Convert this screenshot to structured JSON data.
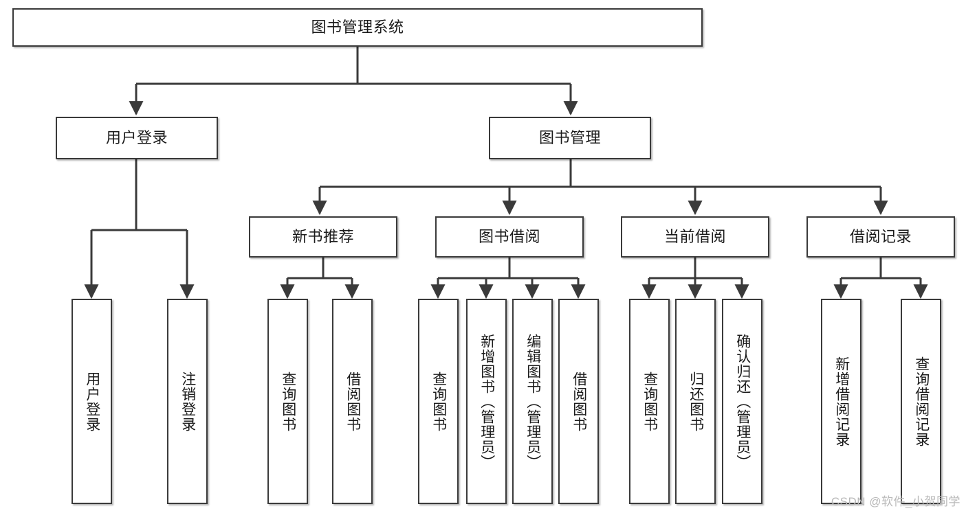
{
  "diagram": {
    "type": "tree-hierarchy-functional-decomposition",
    "title": "图书管理系统",
    "watermark": "CSDN @软件_小贺同学",
    "colors": {
      "box_border": "#3a3a3a",
      "box_fill": "#ffffff",
      "connector": "#3a3a3a",
      "text": "#1b1b1b",
      "watermark": "#b9b9b9",
      "background": "#ffffff"
    },
    "levels": [
      {
        "level": 1,
        "nodes": [
          {
            "id": "root",
            "label": "图书管理系统",
            "orientation": "horizontal"
          }
        ]
      },
      {
        "level": 2,
        "nodes": [
          {
            "id": "login",
            "label": "用户登录",
            "orientation": "horizontal",
            "parent": "root"
          },
          {
            "id": "bookmgmt",
            "label": "图书管理",
            "orientation": "horizontal",
            "parent": "root"
          }
        ]
      },
      {
        "level": 3,
        "nodes": [
          {
            "id": "newbook",
            "label": "新书推荐",
            "orientation": "horizontal",
            "parent": "bookmgmt"
          },
          {
            "id": "borrow",
            "label": "图书借阅",
            "orientation": "horizontal",
            "parent": "bookmgmt"
          },
          {
            "id": "current",
            "label": "当前借阅",
            "orientation": "horizontal",
            "parent": "bookmgmt"
          },
          {
            "id": "record",
            "label": "借阅记录",
            "orientation": "horizontal",
            "parent": "bookmgmt"
          }
        ]
      },
      {
        "level": 4,
        "nodes": [
          {
            "id": "leaf1",
            "label": "用户登录",
            "orientation": "vertical",
            "parent": "login"
          },
          {
            "id": "leaf2",
            "label": "注销登录",
            "orientation": "vertical",
            "parent": "login"
          },
          {
            "id": "leaf3",
            "label": "查询图书",
            "orientation": "vertical",
            "parent": "newbook"
          },
          {
            "id": "leaf4",
            "label": "借阅图书",
            "orientation": "vertical",
            "parent": "newbook"
          },
          {
            "id": "leaf5",
            "label": "查询图书",
            "orientation": "vertical",
            "parent": "borrow"
          },
          {
            "id": "leaf6",
            "label": "新增图书（管理员）",
            "orientation": "vertical",
            "parent": "borrow"
          },
          {
            "id": "leaf7",
            "label": "编辑图书（管理员）",
            "orientation": "vertical",
            "parent": "borrow"
          },
          {
            "id": "leaf8",
            "label": "借阅图书",
            "orientation": "vertical",
            "parent": "borrow"
          },
          {
            "id": "leaf9",
            "label": "查询图书",
            "orientation": "vertical",
            "parent": "current"
          },
          {
            "id": "leaf10",
            "label": "归还图书",
            "orientation": "vertical",
            "parent": "current"
          },
          {
            "id": "leaf11",
            "label": "确认归还（管理员）",
            "orientation": "vertical",
            "parent": "current"
          },
          {
            "id": "leaf12",
            "label": "新增借阅记录",
            "orientation": "vertical",
            "parent": "record"
          },
          {
            "id": "leaf13",
            "label": "查询借阅记录",
            "orientation": "vertical",
            "parent": "record"
          }
        ]
      }
    ]
  }
}
